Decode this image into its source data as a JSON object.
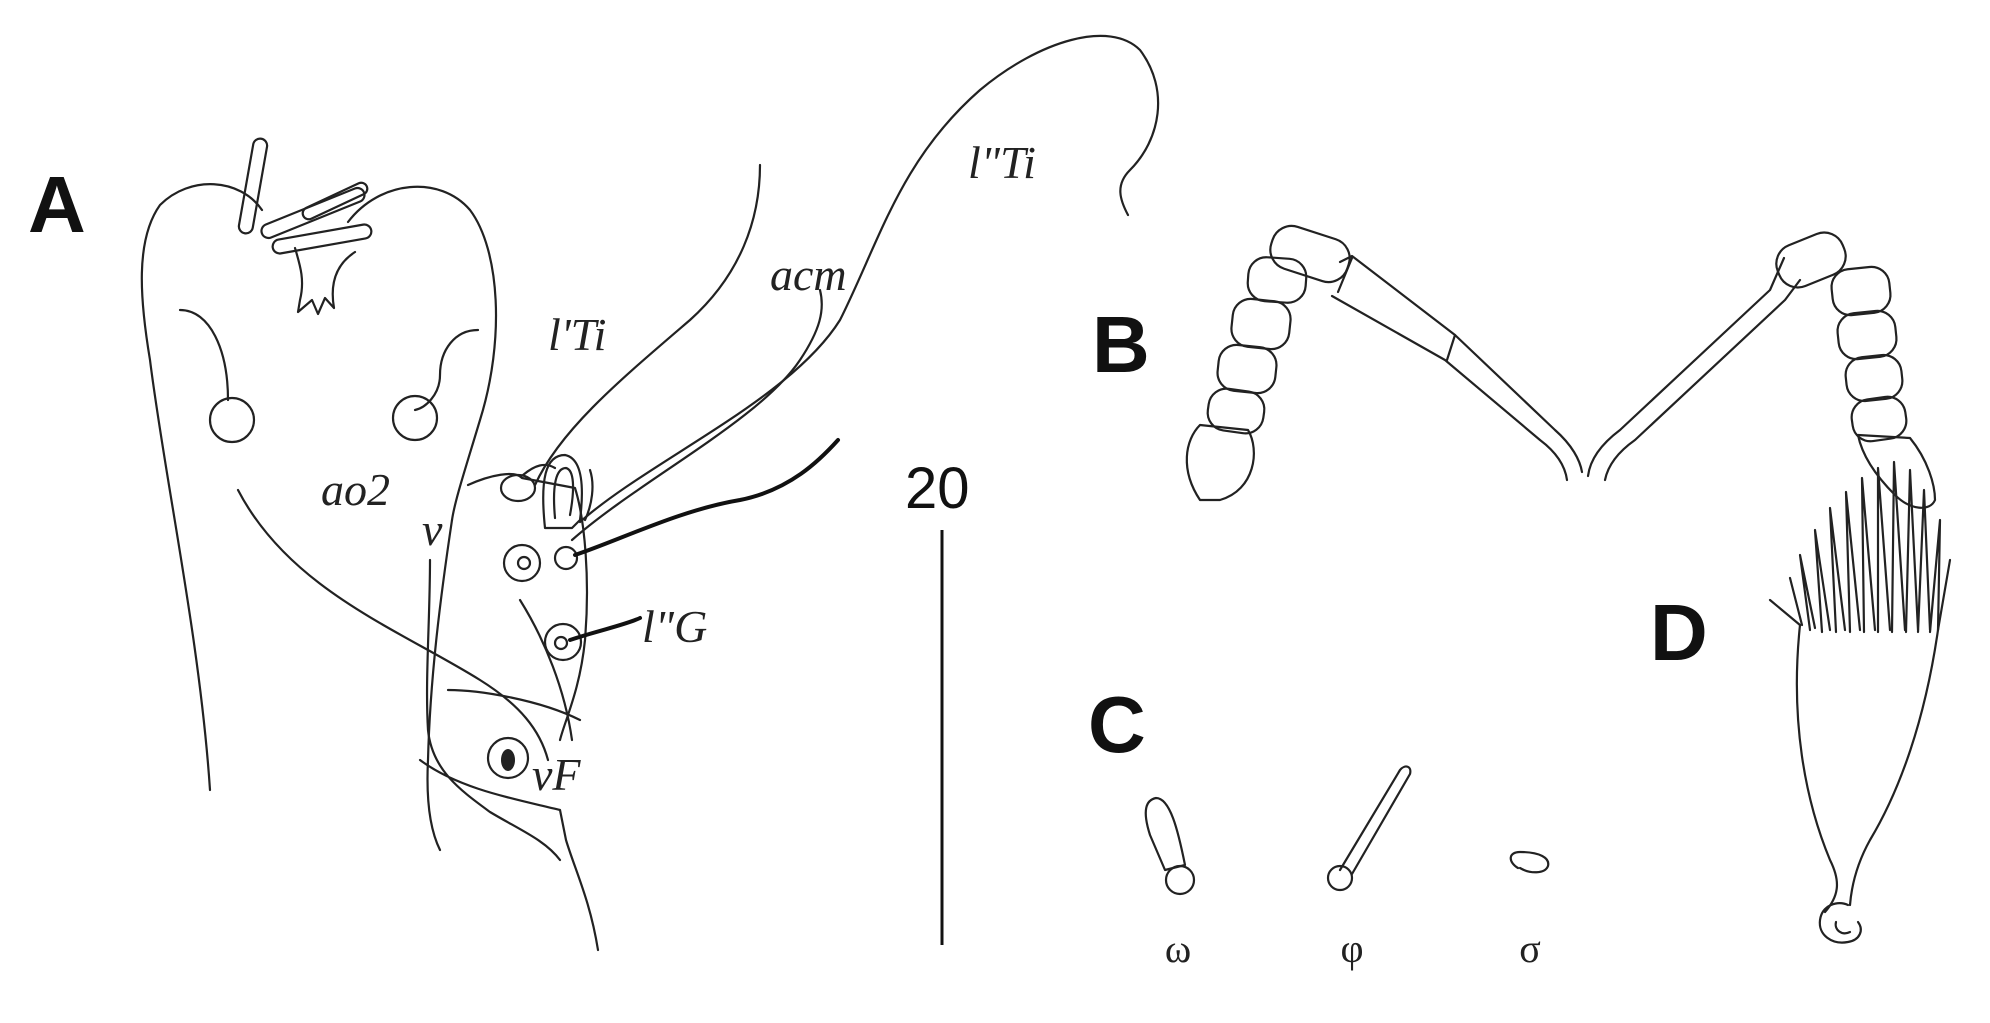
{
  "panels": {
    "a": "A",
    "b": "B",
    "c": "C",
    "d": "D"
  },
  "labels": {
    "ao2": "ao2",
    "v": "v",
    "lpTi": "l'Ti",
    "acm": "acm",
    "lppTi": "l\"Ti",
    "lppG": "l\"G",
    "vF": "vF"
  },
  "scale_bar": {
    "value": "20"
  },
  "solenidia": {
    "omega": "ω",
    "phi": "φ",
    "sigma": "σ"
  },
  "colors": {
    "ink": "#222222",
    "background": "#ffffff"
  }
}
